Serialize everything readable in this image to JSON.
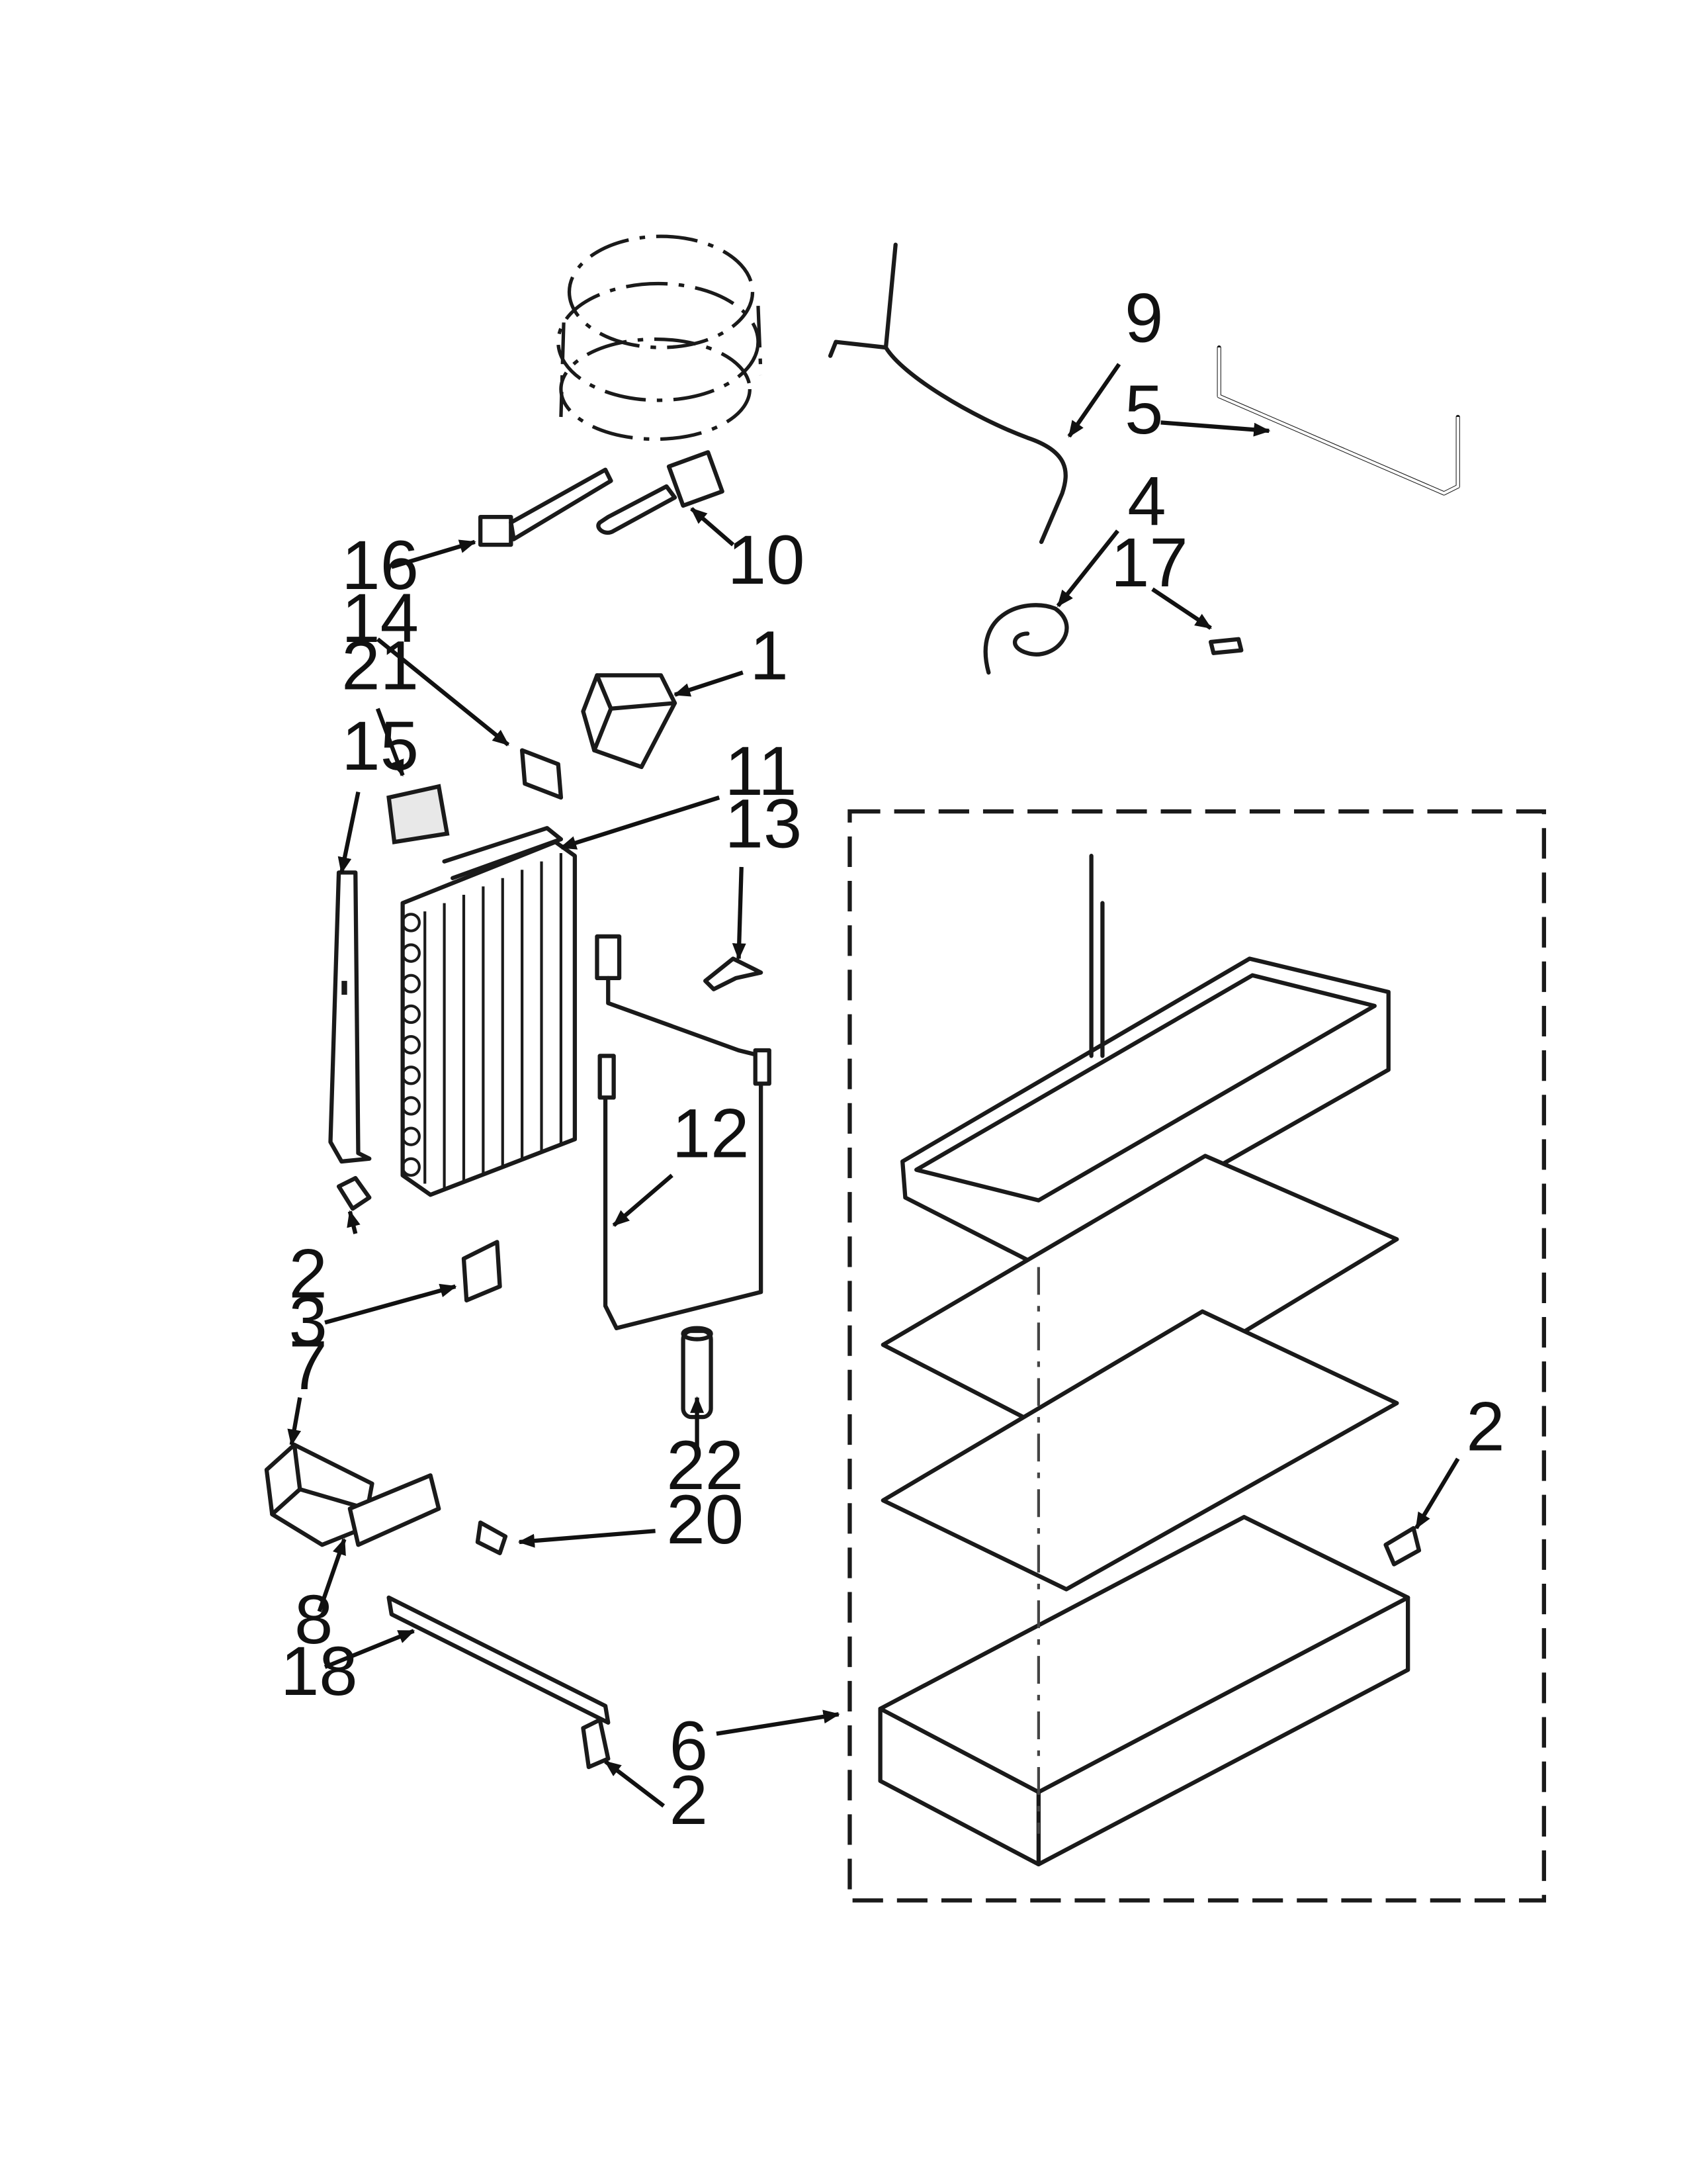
{
  "callouts": [
    {
      "label": "1"
    },
    {
      "label": "2"
    },
    {
      "label": "2"
    },
    {
      "label": "2"
    },
    {
      "label": "3"
    },
    {
      "label": "4"
    },
    {
      "label": "5"
    },
    {
      "label": "6"
    },
    {
      "label": "7"
    },
    {
      "label": "8"
    },
    {
      "label": "9"
    },
    {
      "label": "10"
    },
    {
      "label": "11"
    },
    {
      "label": "12"
    },
    {
      "label": "13"
    },
    {
      "label": "14"
    },
    {
      "label": "15"
    },
    {
      "label": "16"
    },
    {
      "label": "17"
    },
    {
      "label": "18"
    },
    {
      "label": "20"
    },
    {
      "label": "21"
    },
    {
      "label": "22"
    }
  ]
}
